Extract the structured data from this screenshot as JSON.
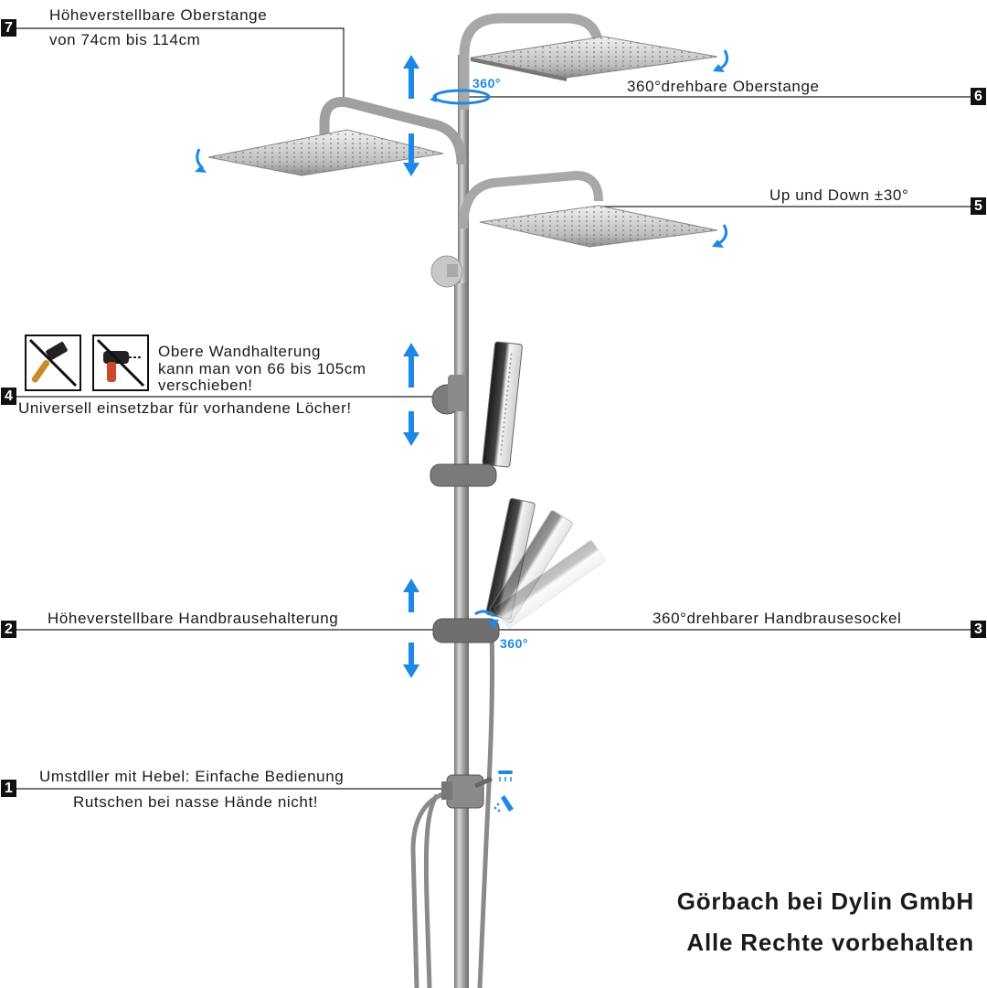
{
  "callouts": {
    "c7": {
      "number": "7",
      "line1": "Höheverstellbare Oberstange",
      "line2": "von 74cm bis 114cm"
    },
    "c6": {
      "number": "6",
      "text": "360°drehbare Oberstange"
    },
    "c5": {
      "number": "5",
      "text": "Up und Down ±30°"
    },
    "c4": {
      "number": "4",
      "line1": "Obere Wandhalterung",
      "line2": "kann man von 66 bis 105cm",
      "line3": "verschieben!",
      "line4": "Universell einsetzbar für vorhandene Löcher!"
    },
    "c3": {
      "number": "3",
      "text": "360°drehbarer Handbrausesockel"
    },
    "c2": {
      "number": "2",
      "text": "Höheverstellbare Handbrausehalterung"
    },
    "c1": {
      "number": "1",
      "line1": "Umstdller mit Hebel: Einfache Bedienung",
      "line2": "Rutschen bei nasse Hände nicht!"
    }
  },
  "rotation_labels": {
    "top": "360°",
    "hand": "360°"
  },
  "copyright": {
    "line1": "Görbach bei Dylin GmbH",
    "line2": "Alle Rechte vorbehalten"
  },
  "icons": [
    "no-hammer-icon",
    "no-drill-icon",
    "rotate-arrow-icon",
    "up-down-arrow-icon",
    "rain-shower-icon",
    "hand-shower-icon"
  ],
  "colors": {
    "accent": "#1e88e5",
    "chrome": "#9a9a9a",
    "text": "#1a1a1a"
  }
}
